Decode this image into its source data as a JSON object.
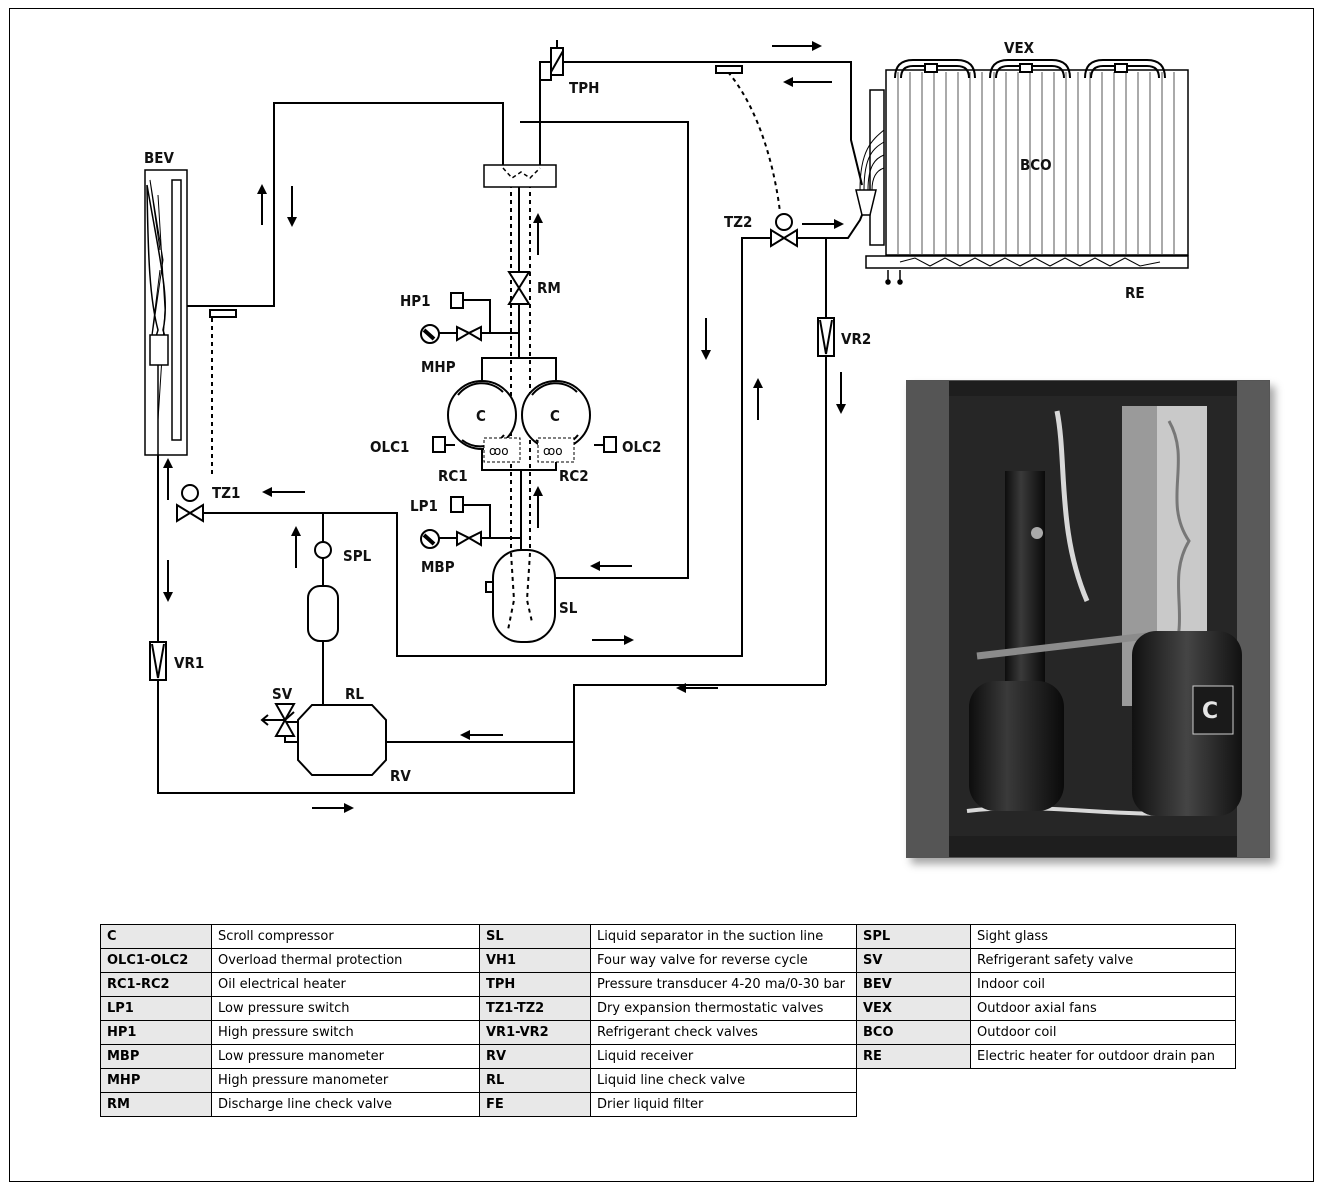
{
  "labels": {
    "bev": "BEV",
    "tph": "TPH",
    "vex": "VEX",
    "bco": "BCO",
    "re": "RE",
    "tz2": "TZ2",
    "vr2": "VR2",
    "rm": "RM",
    "hp1": "HP1",
    "mhp": "MHP",
    "c1": "C",
    "c2": "C",
    "olc1": "OLC1",
    "olc2": "OLC2",
    "rc1": "RC1",
    "rc2": "RC2",
    "lp1": "LP1",
    "mbp": "MBP",
    "sl": "SL",
    "tz1": "TZ1",
    "spl": "SPL",
    "vr1": "VR1",
    "sv": "SV",
    "rl": "RL",
    "rv": "RV"
  },
  "photo": {
    "brand_icon": "copeland-logo-icon"
  },
  "legend": [
    [
      {
        "code": "C",
        "desc": "Scroll compressor"
      },
      {
        "code": "SL",
        "desc": "Liquid separator in the suction line"
      },
      {
        "code": "SPL",
        "desc": "Sight glass"
      }
    ],
    [
      {
        "code": "OLC1-OLC2",
        "desc": "Overload thermal protection"
      },
      {
        "code": "VH1",
        "desc": "Four way valve for reverse cycle"
      },
      {
        "code": "SV",
        "desc": "Refrigerant safety valve"
      }
    ],
    [
      {
        "code": "RC1-RC2",
        "desc": "Oil electrical heater"
      },
      {
        "code": "TPH",
        "desc": "Pressure transducer 4-20 ma/0-30 bar"
      },
      {
        "code": "BEV",
        "desc": "Indoor coil"
      }
    ],
    [
      {
        "code": "LP1",
        "desc": "Low pressure switch"
      },
      {
        "code": "TZ1-TZ2",
        "desc": "Dry expansion thermostatic valves"
      },
      {
        "code": "VEX",
        "desc": "Outdoor axial fans"
      }
    ],
    [
      {
        "code": "HP1",
        "desc": "High pressure switch"
      },
      {
        "code": "VR1-VR2",
        "desc": "Refrigerant check valves"
      },
      {
        "code": "BCO",
        "desc": "Outdoor coil"
      }
    ],
    [
      {
        "code": "MBP",
        "desc": "Low pressure manometer"
      },
      {
        "code": "RV",
        "desc": "Liquid receiver"
      },
      {
        "code": "RE",
        "desc": "Electric heater for outdoor drain pan"
      }
    ],
    [
      {
        "code": "MHP",
        "desc": "High pressure manometer"
      },
      {
        "code": "RL",
        "desc": "Liquid line check valve"
      }
    ],
    [
      {
        "code": "RM",
        "desc": "Discharge line check valve"
      },
      {
        "code": "FE",
        "desc": "Drier liquid filter"
      }
    ]
  ]
}
